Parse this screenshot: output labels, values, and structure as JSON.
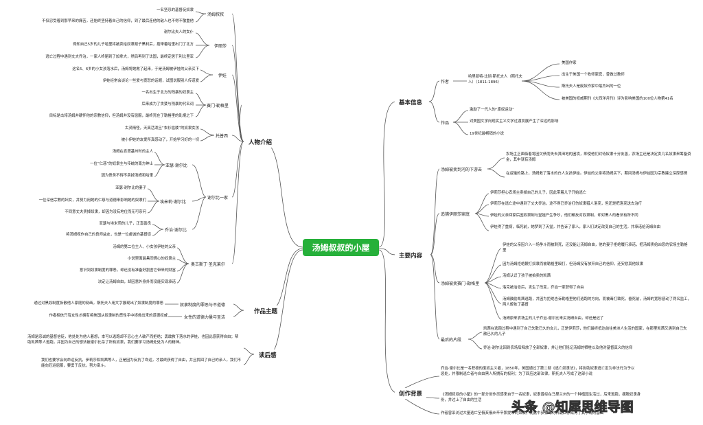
{
  "center": "汤姆叔叔的小屋",
  "watermark": "头条 @知犀思维导图",
  "left": {
    "characters": {
      "label": "人物介绍",
      "tom": {
        "label": "汤姆叔叔",
        "items": [
          "一名坚忍的基督徒奴隶",
          "不仅忍受着到那苹来的痛苦，还始终坚持着自己的信仰，到了最后连他的敌人也不得不敬重他"
        ]
      },
      "eliza": {
        "label": "伊丽莎",
        "items": [
          "谢尔比夫人的女仆",
          "得知自己5岁的儿子哈里将被卖给奴隶贩子黑利后，抱带着哈里出门了北方",
          "逃亡过程中遇到丈夫乔治，一家人终届到了加拿大，然后再到了法国，最终定居于利比里亚"
        ]
      },
      "eva": {
        "label": "伊娃",
        "items": [
          "这名5、6岁的小女孩落水后，汤姆将她救了起来，于是汤姆被伊娃的父亲买下",
          "伊娃经常会谈论一些爱与宽恕的话题，试图说服别人传道爱"
        ]
      },
      "legree": {
        "label": "赛门·勒格里",
        "items": [
          "一名出生于北方的残暴的奴隶主",
          "后来成为了贪婪与残暴的代名词",
          "目标是击垮汤姆并硬怀他的宗教信仰，但汤姆并没有屈服，最终死在了勒格里的乱棍之下"
        ]
      },
      "topsy": {
        "label": "托普西",
        "items": [
          "古灵精怪，天真活泼且“衣衫褴褛”的奴隶女孩",
          "被小伊娃的友爱所真感动了，开始学习好的一切"
        ]
      },
      "shelby": {
        "label": "谢尔比一家",
        "arthur": {
          "label": "亚瑟·谢尔比",
          "items": [
            "汤姆在肯塔基州时的主人",
            "一位“仁慈”的奴隶主与传统的南方绅士",
            "因为债务不得不卖掉汤姆和哈里"
          ]
        },
        "emily": {
          "label": "埃米莉·谢尔比",
          "items": [
            "亚瑟·谢尔比的妻子",
            "一位深信宗教的妇女，并努力用她的仁慈与道德来影响她的奴隶们",
            "不同意丈夫卖掉奴隶，却因为没有地位而无可奈何"
          ]
        },
        "george": {
          "label": "乔治·谢尔比",
          "items": [
            "亚瑟与埃米莉的儿子，正直善良",
            "将汤姆视作自己的良师益友，也是一位虔诚的基督徒"
          ]
        }
      },
      "st_clare": {
        "label": "奥古斯丁·圣克莱尔",
        "items": [
          "汤姆的第二位主人、小女孩伊娃的父亲",
          "小说里面最具同情心的奴隶主",
          "意识到奴隶制度的罪恶，却还没有准备好割舍它带来的财富",
          "决定让汤姆自由，却因意外身外而没能实现承诺"
        ]
      }
    },
    "themes": {
      "label": "作品主题",
      "items": [
        {
          "label": "奴隶制度的罪恶与不道德",
          "text": "通过对黑奴制度拆散他人家庭的刻画，斯托夫人用文字展现出了奴隶制度的罪恶"
        },
        {
          "label": "女性的道德力量与圣洁",
          "text": "作者相信只有女性才拥有将美国从奴隶制的恶性手中拯救出来的道德权威"
        }
      ]
    },
    "reflection": {
      "label": "读后感",
      "items": [
        "汤姆是忠诚的基督信徒，他处处为他人着想，本可以逃跑却不忍心主人破产而拒绝；勇敢救下落水的伊娃，也因此感获得自由；帮助凯茜等人逃跑，并因为自己的想法被谢尔比杀了所有奴隶，我们要学习汤姆处处为人的精神。",
        "我们也要学会向命运反抗，伊莉莎和凯茜等人，正是因为反抗了命运，才最终获得了自由，并且找回了自己的亲人，我们不能向厄运屈服，要勇于反抗，努力奋斗。"
      ]
    }
  },
  "right": {
    "basic": {
      "label": "基本信息",
      "author": {
        "label": "作者",
        "name": "哈里耶特·比彻·斯托夫人（斯托夫人）（1811-1896）",
        "items": [
          "美国作家",
          "出生于美国一个牧师家庭，曾做过教师",
          "斯托夫人是废奴作家中最杰出的一位",
          "被美国的权威期刊《大西洋月刊》评为影响美国的100位人物第41名"
        ]
      },
      "work": {
        "label": "作品",
        "items": [
          "激励了一代人的“废奴运动”",
          "对美国文学向现实主义文学过渡发展产生了深远的影响",
          "19世纪最畅销的小说"
        ]
      }
    },
    "content": {
      "label": "主要内容",
      "sold": {
        "label": "汤姆被卖到河的下游去",
        "items": [
          "农场主正面临着将因欠债而失去其田地的困境，即使他们对待奴隶十分友善，农场主还是决定卖几名奴隶来筹备资金，其中就有汤姆",
          "在运输的路上，汤姆救了落水的白人女孩伊娃。伊娃的父亲将汤姆买下，期间汤姆与伊娃因为宗教建立深厚感情"
        ]
      },
      "eliza": {
        "label": "追捕伊丽莎家庭",
        "items": [
          "伊莉莎担心农场主卖掉自己的儿子，因此带着儿子开始逃亡",
          "伊莉莎在逃亡途中遇到了丈夫乔治，途不得已乔治打伤奴隶猎人洛克，但还是把洛克送去治疗",
          "伊娃的父亲回家后因奴隶制与堂姐产生争吵，他们都反对奴隶制，却对黑人的看法有所不同",
          "伊娃得了重病，临死前，她梦到了天堂，并告诉了家人，家人们决定改变自己的生活，并承诺给汤姆自由"
        ]
      },
      "legree": {
        "label": "汤姆被卖赛门-勒格里",
        "items": [
          "伊娃的父亲因介入一场争斗而被刺死，还没能让汤姆自由，他的妻子拒绝履行承诺，把汤姆卖给凶恶的农场主勒格里",
          "因为汤姆拒绝鞭打奴隶而被勒格里殴打，但汤姆没有放弃自己的信仰，还安慰其他奴隶",
          "汤姆认识了孩子被拍卖的凯茜",
          "洛克被治愈后，发生了改变，乔治一家获得了自由",
          "汤姆鼓励凯茜逃跑，并因为拒绝告诉勒格里他们逃跑的方向，而被毒打致死，垂死前，汤姆的宽恕感动了两名监工，两人皈依了基督",
          "汤姆原来农场主的儿子乔治·谢尔比来买汤姆自由，却还是迟了"
        ]
      },
      "ending": {
        "label": "最后的片段",
        "items": [
          "凯茜在逃跑过程中遇到了自己失散已久的女儿，正是伊莉莎，他们最终抵达前往美洲人生活的国家，在那里凯茜又遇到自己失散已久的儿子",
          "乔治·谢尔比回到农场后释放了全部奴隶，并让他们铭记汤姆的牺牲以及他对基督真义的信仰"
        ]
      }
    },
    "background": {
      "label": "创作背景",
      "items": [
        "乔治·谢尔比是一名积极的废奴主义者，1850年，美国通过了第二部《逃亡奴隶法》，将协助奴隶逃亡定为非法行为予以惩处，并限制逃亡者与自由黑人所拥有的权利；为了回应这部法律，斯托夫人写成了这部小说",
        "《汤姆叔叔的小屋》的一部分创作灵感来自于一名奴隶，奴隶曾经在马里兰州的一个种植园生活过，后来逃跑，摆脱奴隶身份，并过上了自由的生活",
        "作者曾采访过大量逃亡至俄亥俄州辛辛那提市的奴隶，而此中获得的材料最后亦成为了其小说的基础"
      ]
    }
  }
}
